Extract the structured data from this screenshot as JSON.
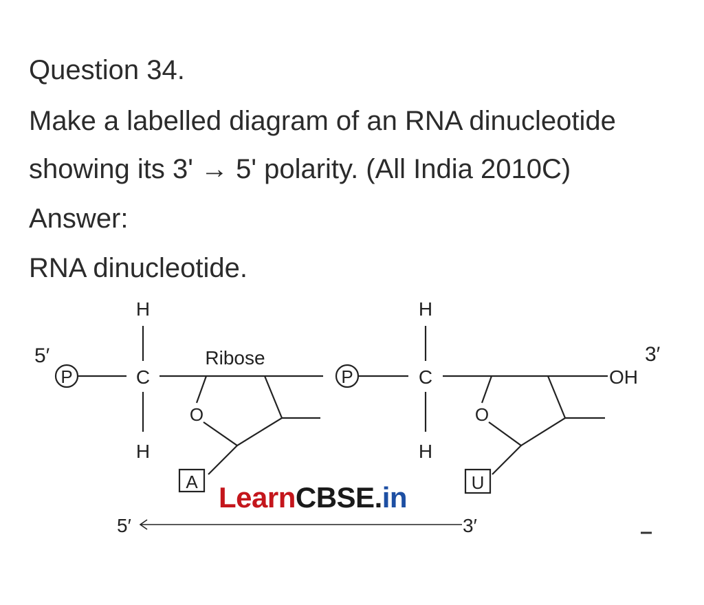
{
  "question": {
    "title": "Question 34.",
    "line1": "Make a labelled diagram of an RNA dinucleotide",
    "line2": "showing its 3' → 5' polarity. (All India 2010C)"
  },
  "answer": {
    "label": "Answer:",
    "text": "RNA dinucleotide."
  },
  "diagram": {
    "five_prime_top": "5′",
    "phosphate_1": "P",
    "phosphate_2": "P",
    "carbon_1": "C",
    "carbon_2": "C",
    "h_top_1": "H",
    "h_bottom_1": "H",
    "h_top_2": "H",
    "h_bottom_2": "H",
    "ribose_label": "Ribose",
    "ring_oxygen_1": "O",
    "ring_oxygen_2": "O",
    "base_1": "A",
    "base_2": "U",
    "oh_label": "OH",
    "three_prime_top": "3′",
    "arrow_left_label": "5′",
    "arrow_right_label": "3′"
  },
  "watermark": {
    "learn": "Learn",
    "cbse": "CBSE",
    "dot": ".",
    "in": "in"
  }
}
